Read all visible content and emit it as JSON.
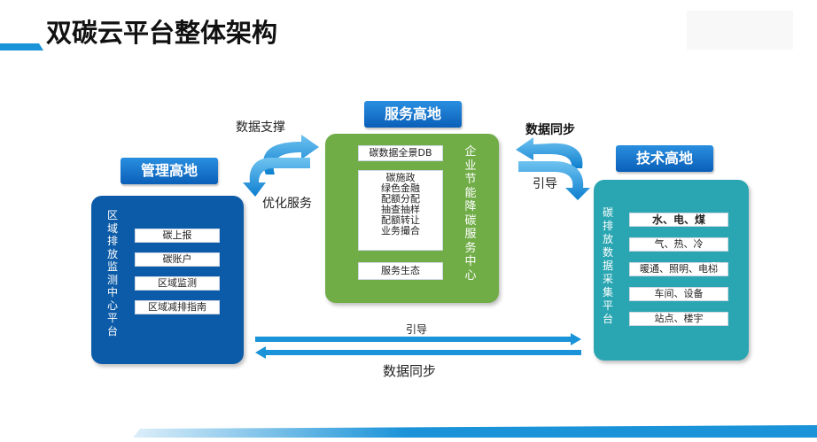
{
  "title": "双碳云平台整体架构",
  "tags": {
    "service": "服务高地",
    "management": "管理高地",
    "technology": "技术高地"
  },
  "labels": {
    "data_support": "数据支撑",
    "optimize_service": "优化服务",
    "data_sync_right": "数据同步",
    "guide_right": "引导",
    "guide_bottom": "引导",
    "data_sync_bottom": "数据同步",
    "tech_side_note": "引"
  },
  "management": {
    "vertical_title": "区域排放监测中心平台",
    "items": [
      "碳上报",
      "碳账户",
      "区域监测",
      "区域减排指南"
    ]
  },
  "service": {
    "top_box": "碳数据全景DB",
    "list": [
      "碳施政",
      "绿色金融",
      "配额分配",
      "抽查抽样",
      "配额转让",
      "业务撮合"
    ],
    "bottom_box": "服务生态",
    "vertical_title": "企业节能降碳服务中心"
  },
  "technology": {
    "vertical_title": "碳排放数据采集平台",
    "items": [
      "水、电、煤",
      "气、热、冷",
      "暖通、照明、电梯",
      "车间、设备",
      "站点、楼宇"
    ]
  },
  "colors": {
    "title_accent": "#1a93d8",
    "tag_blue": "#0a5fb8",
    "management_panel": "#0c5ba8",
    "service_panel": "#70ad47",
    "technology_panel": "#2aa6b2",
    "arrow_blue": "#1a93d8"
  }
}
